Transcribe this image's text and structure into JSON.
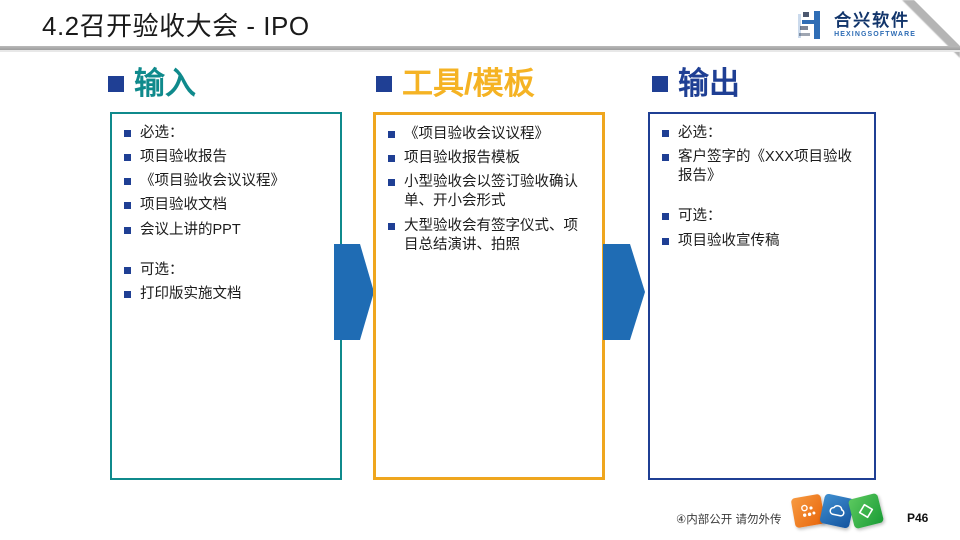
{
  "header": {
    "title": "4.2召开验收大会 - IPO",
    "logo": {
      "cn": "合兴软件",
      "en": "HEXINGSOFTWARE",
      "mark_icon": "h-monogram-icon",
      "brand_color": "#12356b",
      "accent_color": "#2f6db5"
    }
  },
  "columns": [
    {
      "id": "input",
      "heading": "输入",
      "heading_color": "#0f8a8c",
      "border_color": "#0f8a8c",
      "bullet_color": "#1f3f94",
      "items": [
        "必选：",
        "项目验收报告",
        "《项目验收会议议程》",
        "项目验收文档",
        "会议上讲的PPT",
        "",
        "可选：",
        "打印版实施文档"
      ]
    },
    {
      "id": "tools",
      "heading": "工具/模板",
      "heading_color": "#f5b324",
      "border_color": "#efa61e",
      "bullet_color": "#1f3f94",
      "items": [
        "《项目验收会议议程》",
        "项目验收报告模板",
        "小型验收会以签订验收确认单、开小会形式",
        "大型验收会有签字仪式、项目总结演讲、拍照"
      ]
    },
    {
      "id": "output",
      "heading": "输出",
      "heading_color": "#1f3f94",
      "border_color": "#1f3f94",
      "bullet_color": "#1f3f94",
      "items": [
        "必选：",
        "客户签字的《XXX项目验收报告》",
        "",
        "可选：",
        "项目验收宣传稿"
      ]
    }
  ],
  "connectors": [
    {
      "id": "arrow-input-to-tools",
      "icon": "chevron-right-icon",
      "color": "#1f6cb4"
    },
    {
      "id": "arrow-tools-to-output",
      "icon": "chevron-right-icon",
      "color": "#1f6cb4"
    }
  ],
  "footer": {
    "confidential_note": "④内部公开 请勿外传",
    "page_label": "P46",
    "cubes": [
      {
        "icon": "molecule-cube-icon",
        "color": "#f07a20"
      },
      {
        "icon": "cloud-cube-icon",
        "color": "#1f6cb4"
      },
      {
        "icon": "diamond-cube-icon",
        "color": "#34b44a"
      }
    ]
  }
}
